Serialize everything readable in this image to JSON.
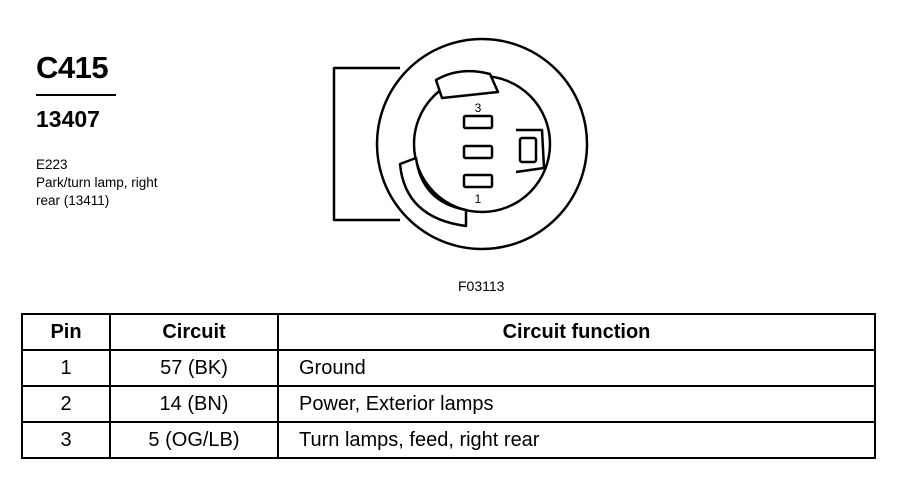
{
  "connector": {
    "id": "C415",
    "part_number": "13407",
    "description_lines": [
      "E223",
      "Park/turn lamp, right",
      "rear (13411)"
    ]
  },
  "diagram": {
    "pin_label_top": "3",
    "pin_label_bottom": "1",
    "figure_id": "F03113"
  },
  "table": {
    "headers": {
      "pin": "Pin",
      "circuit": "Circuit",
      "function": "Circuit function"
    },
    "rows": [
      {
        "pin": "1",
        "circuit": "57 (BK)",
        "function": "Ground"
      },
      {
        "pin": "2",
        "circuit": "14 (BN)",
        "function": "Power, Exterior lamps"
      },
      {
        "pin": "3",
        "circuit": "5 (OG/LB)",
        "function": "Turn lamps, feed, right rear"
      }
    ]
  }
}
